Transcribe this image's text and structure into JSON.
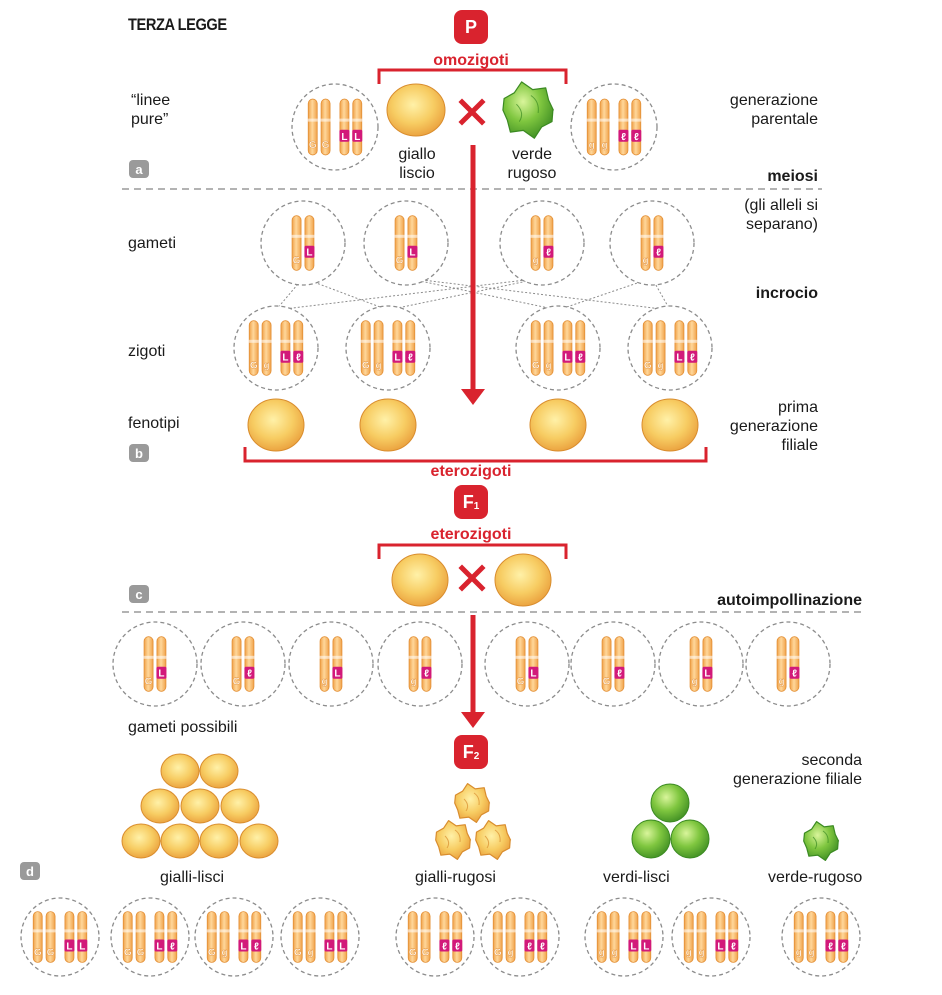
{
  "header": {
    "title": "TERZA LEGGE"
  },
  "generation_badges": {
    "p": "P",
    "f1": "F",
    "f1_sub": "1",
    "f2": "F",
    "f2_sub": "2"
  },
  "section_letters": {
    "a": "a",
    "b": "b",
    "c": "c",
    "d": "d"
  },
  "bracket_labels": {
    "parents": "omozigoti",
    "f1_bottom": "eterozigoti",
    "f1_cross": "eterozigoti"
  },
  "left_labels": {
    "pure_lines": "“linee pure”",
    "gametes": "gameti",
    "zygotes": "zigoti",
    "phenotypes": "fenotipi",
    "possible_gametes": "gameti possibili"
  },
  "right_labels": {
    "parental": "generazione parentale",
    "meiosis": "meiosi",
    "alleles_separate": "(gli alleli si separano)",
    "cross": "incrocio",
    "first_filial": "prima generazione filiale",
    "self_pollination": "autoimpollinazione",
    "second_filial": "seconda generazione filiale"
  },
  "seed_labels": {
    "yellow_smooth_line1": "giallo",
    "yellow_smooth_line2": "liscio",
    "green_wrinkled_line1": "verde",
    "green_wrinkled_line2": "rugoso"
  },
  "f2_groups": {
    "yellow_smooth": "gialli-lisci",
    "yellow_wrinkled": "gialli-rugosi",
    "green_smooth": "verdi-lisci",
    "green_wrinkled": "verde-rugoso"
  },
  "alleles": {
    "G": "G",
    "g": "g",
    "L": "L",
    "l": "ℓ"
  },
  "genotypes": {
    "parent_left": [
      "G",
      "G",
      "L",
      "L"
    ],
    "parent_right": [
      "g",
      "g",
      "ℓ",
      "ℓ"
    ],
    "gametes_parent": [
      [
        "G",
        "L"
      ],
      [
        "G",
        "L"
      ],
      [
        "g",
        "ℓ"
      ],
      [
        "g",
        "ℓ"
      ]
    ],
    "zygotes": [
      [
        "G",
        "g",
        "L",
        "ℓ"
      ],
      [
        "G",
        "g",
        "L",
        "ℓ"
      ],
      [
        "G",
        "g",
        "L",
        "ℓ"
      ],
      [
        "G",
        "g",
        "L",
        "ℓ"
      ]
    ],
    "gametes_possible": [
      [
        "G",
        "L"
      ],
      [
        "G",
        "ℓ"
      ],
      [
        "g",
        "L"
      ],
      [
        "g",
        "ℓ"
      ],
      [
        "G",
        "L"
      ],
      [
        "G",
        "ℓ"
      ],
      [
        "g",
        "L"
      ],
      [
        "g",
        "ℓ"
      ]
    ],
    "f2_yellow_smooth": [
      [
        "G",
        "G",
        "L",
        "L"
      ],
      [
        "G",
        "G",
        "L",
        "ℓ"
      ],
      [
        "G",
        "g",
        "L",
        "ℓ"
      ],
      [
        "G",
        "g",
        "L",
        "L"
      ]
    ],
    "f2_yellow_wrinkled": [
      [
        "G",
        "G",
        "ℓ",
        "ℓ"
      ],
      [
        "G",
        "g",
        "ℓ",
        "ℓ"
      ]
    ],
    "f2_green_smooth": [
      [
        "g",
        "g",
        "L",
        "L"
      ],
      [
        "g",
        "g",
        "L",
        "ℓ"
      ]
    ],
    "f2_green_wrinkled": [
      [
        "g",
        "g",
        "ℓ",
        "ℓ"
      ]
    ]
  },
  "colors": {
    "accent_red": "#d9232e",
    "chromosome": "#f6b15a",
    "pink_allele": "#d2197a",
    "yellow_seed": "#f6c75a",
    "green_seed": "#6cc13a",
    "letter_box": "#9a9a9a"
  }
}
